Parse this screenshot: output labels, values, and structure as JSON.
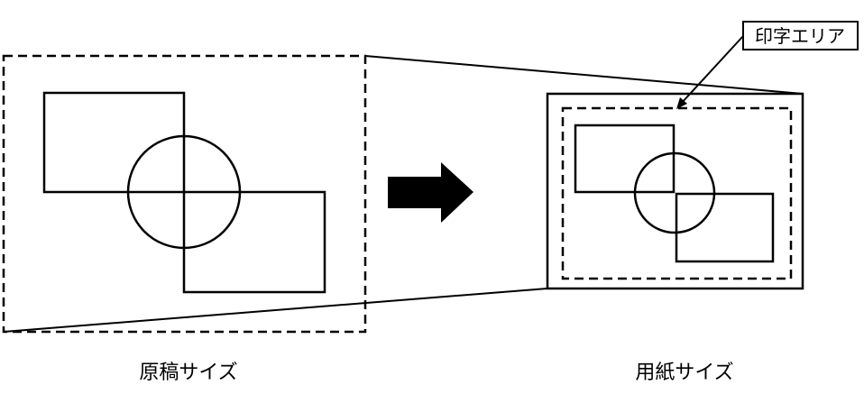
{
  "labels": {
    "original_size": "原稿サイズ",
    "paper_size": "用紙サイズ",
    "print_area": "印字エリア"
  },
  "colors": {
    "stroke": "#000000",
    "background": "#ffffff"
  },
  "icons": {
    "arrow": "right-arrow-icon"
  }
}
